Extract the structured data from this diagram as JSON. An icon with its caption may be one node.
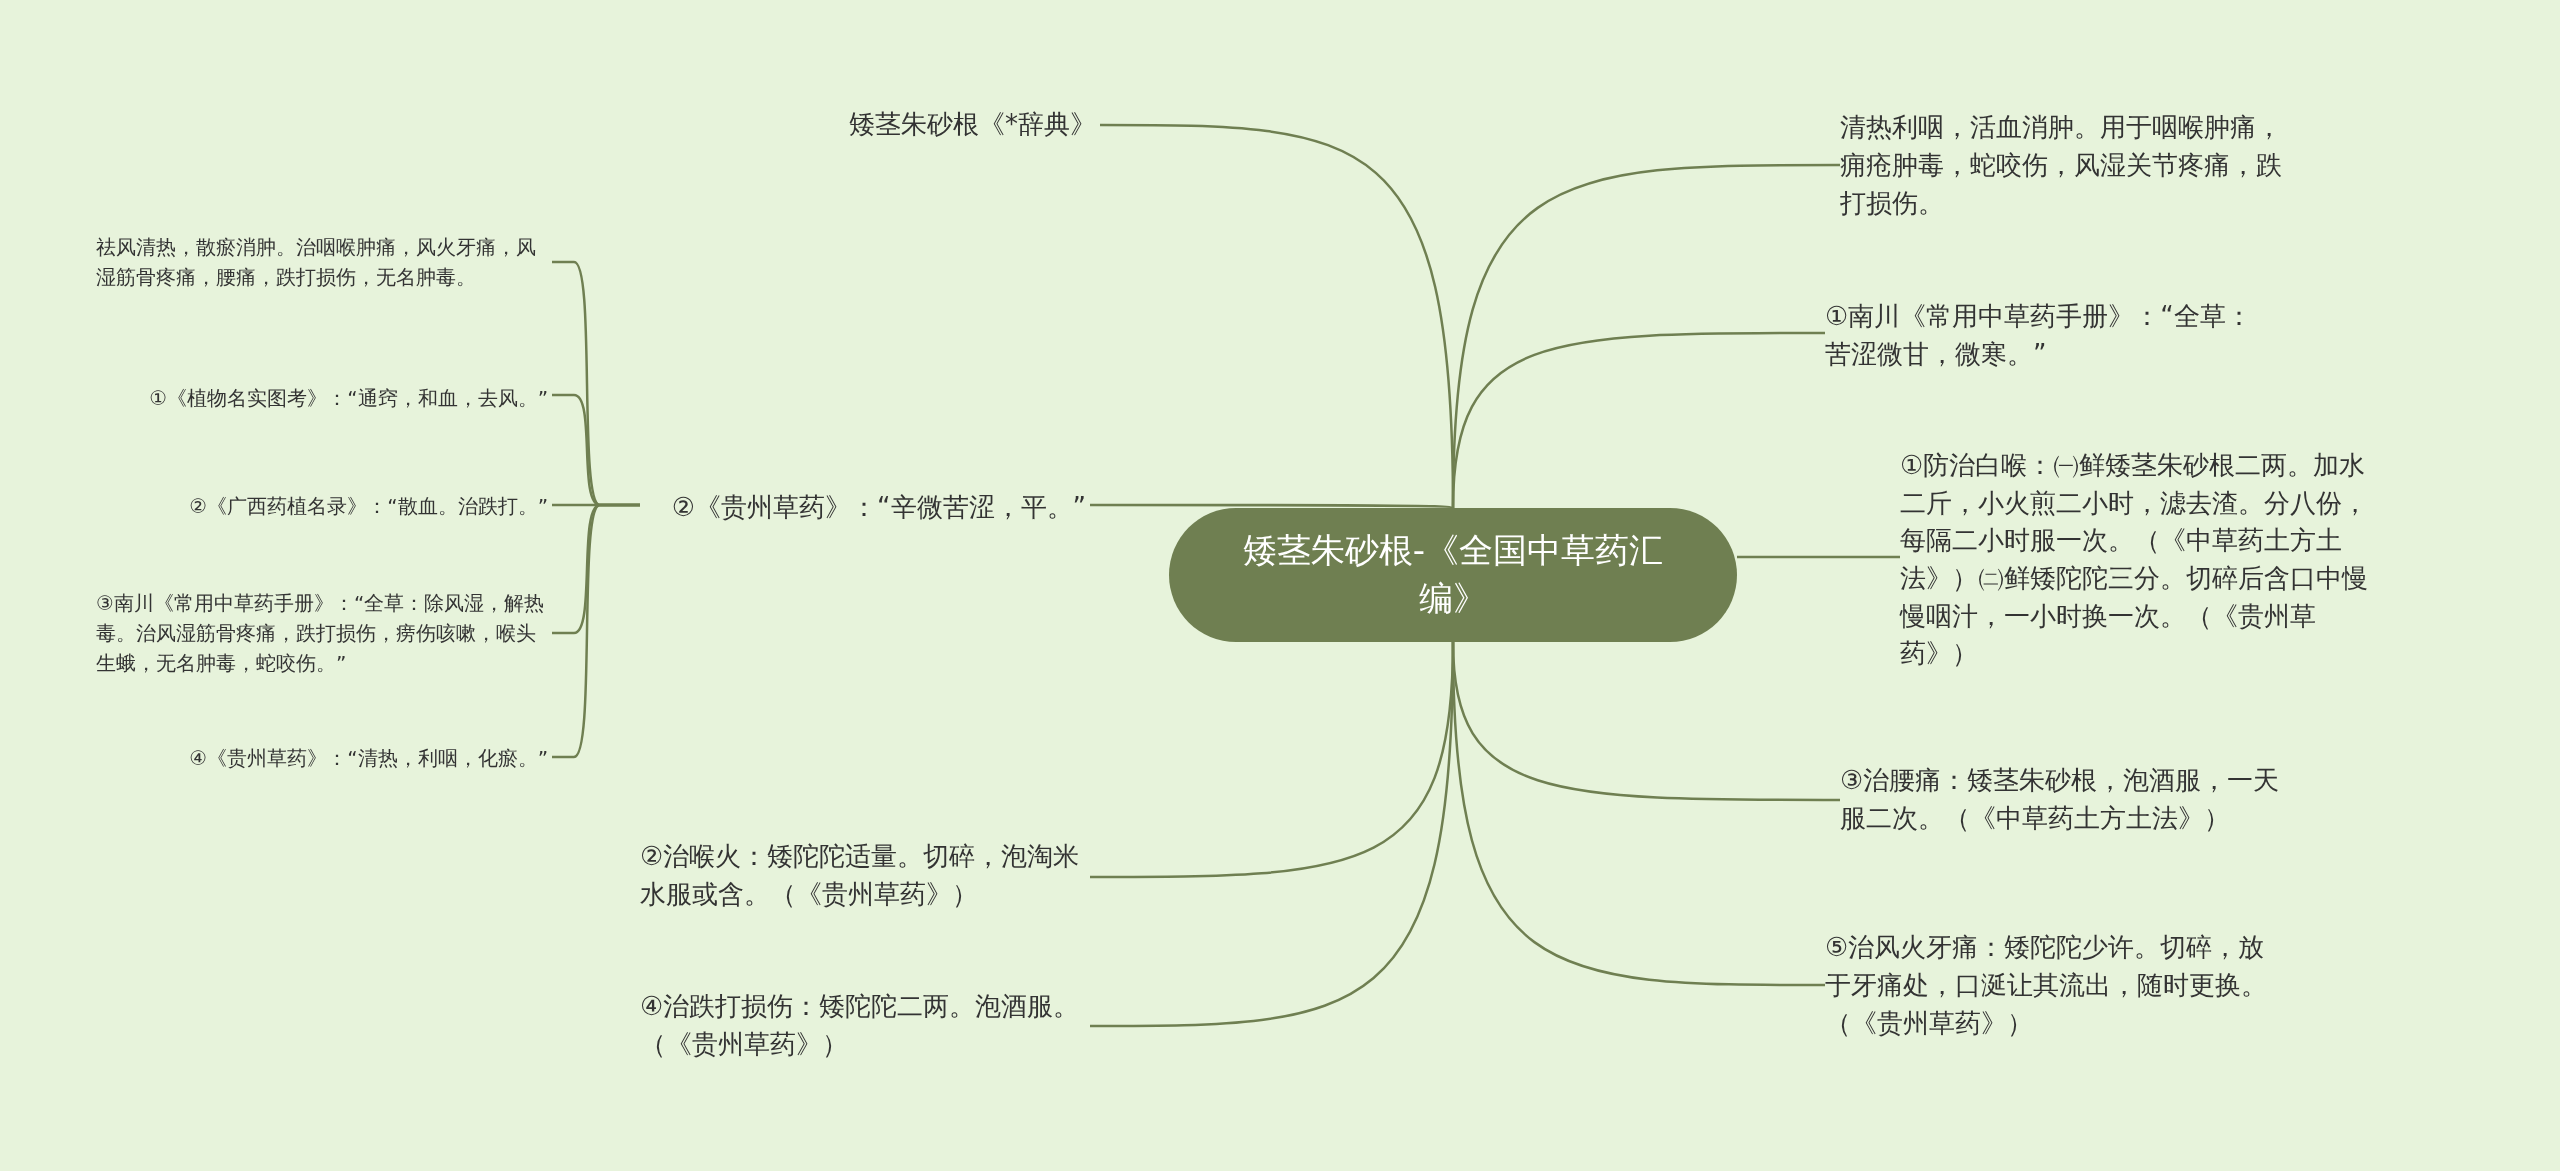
{
  "diagram": {
    "nodes": [
      {
        "text": [
          "矮茎朱砂根-《全国中草药汇编》"
        ]
      },
      {
        "text": [
          "矮茎朱砂根《*辞典》"
        ]
      },
      {
        "text": [
          "②《贵州草药》：“辛微苦涩，平。”"
        ]
      },
      {
        "text": [
          "祛风清热，散瘀消肿。治咽喉肿痛，风火牙痛，风湿筋骨疼痛，腰痛，跌打损伤，无名肿毒。"
        ]
      },
      {
        "text": [
          "①《植物名实图考》：“通窍，和血，去风。”"
        ]
      },
      {
        "text": [
          "②《广西药植名录》：“散血。治跌打。”"
        ]
      },
      {
        "text": [
          "③南川《常用中草药手册》：“全草：除风湿，解热毒。治风湿筋骨疼痛，跌打损伤，痨伤咳嗽，喉头生蛾，无名肿毒，蛇咬伤。”"
        ]
      },
      {
        "text": [
          "④《贵州草药》：“清热，利咽，化瘀。”"
        ]
      },
      {
        "text": [
          "②治喉火：矮陀陀适量。切碎，泡淘米水服或含。（《贵州草药》）"
        ]
      },
      {
        "text": [
          "④治跌打损伤：矮陀陀二两。泡酒服。（《贵州草药》）"
        ]
      },
      {
        "text": [
          "清热利咽，活血消肿。用于咽喉肿痛，痈疮肿毒，蛇咬伤，风湿关节疼痛，跌打损伤。"
        ]
      },
      {
        "text": [
          "①南川《常用中草药手册》：“全草：苦涩微甘，微寒。”"
        ]
      },
      {
        "text": [
          "①防治白喉：㈠鲜矮茎朱砂根二两。加水二斤，小火煎二小时，滤去渣。分八份，每隔二小时服一次。（《中草药土方土法》）㈡鲜矮陀陀三分。切碎后含口中慢慢咽汁，一小时换一次。（《贵州草药》）"
        ]
      },
      {
        "text": [
          "③治腰痛：矮茎朱砂根，泡酒服，一天服二次。（《中草药土方土法》）"
        ]
      },
      {
        "text": [
          "⑤治风火牙痛：矮陀陀少许。切碎，放于牙痛处，口涎让其流出，随时更换。（《贵州草药》）"
        ]
      }
    ],
    "edges": [
      {
        "from": 0,
        "to": 1,
        "arrow": "none"
      },
      {
        "from": 0,
        "to": 2,
        "arrow": "none"
      },
      {
        "from": 2,
        "to": 3,
        "arrow": "none"
      },
      {
        "from": 2,
        "to": 4,
        "arrow": "none"
      },
      {
        "from": 2,
        "to": 5,
        "arrow": "none"
      },
      {
        "from": 2,
        "to": 6,
        "arrow": "none"
      },
      {
        "from": 2,
        "to": 7,
        "arrow": "none"
      },
      {
        "from": 0,
        "to": 8,
        "arrow": "none"
      },
      {
        "from": 0,
        "to": 9,
        "arrow": "none"
      },
      {
        "from": 0,
        "to": 10,
        "arrow": "none"
      },
      {
        "from": 0,
        "to": 11,
        "arrow": "none"
      },
      {
        "from": 0,
        "to": 12,
        "arrow": "none"
      },
      {
        "from": 0,
        "to": 13,
        "arrow": "none"
      },
      {
        "from": 0,
        "to": 14,
        "arrow": "none"
      }
    ]
  }
}
